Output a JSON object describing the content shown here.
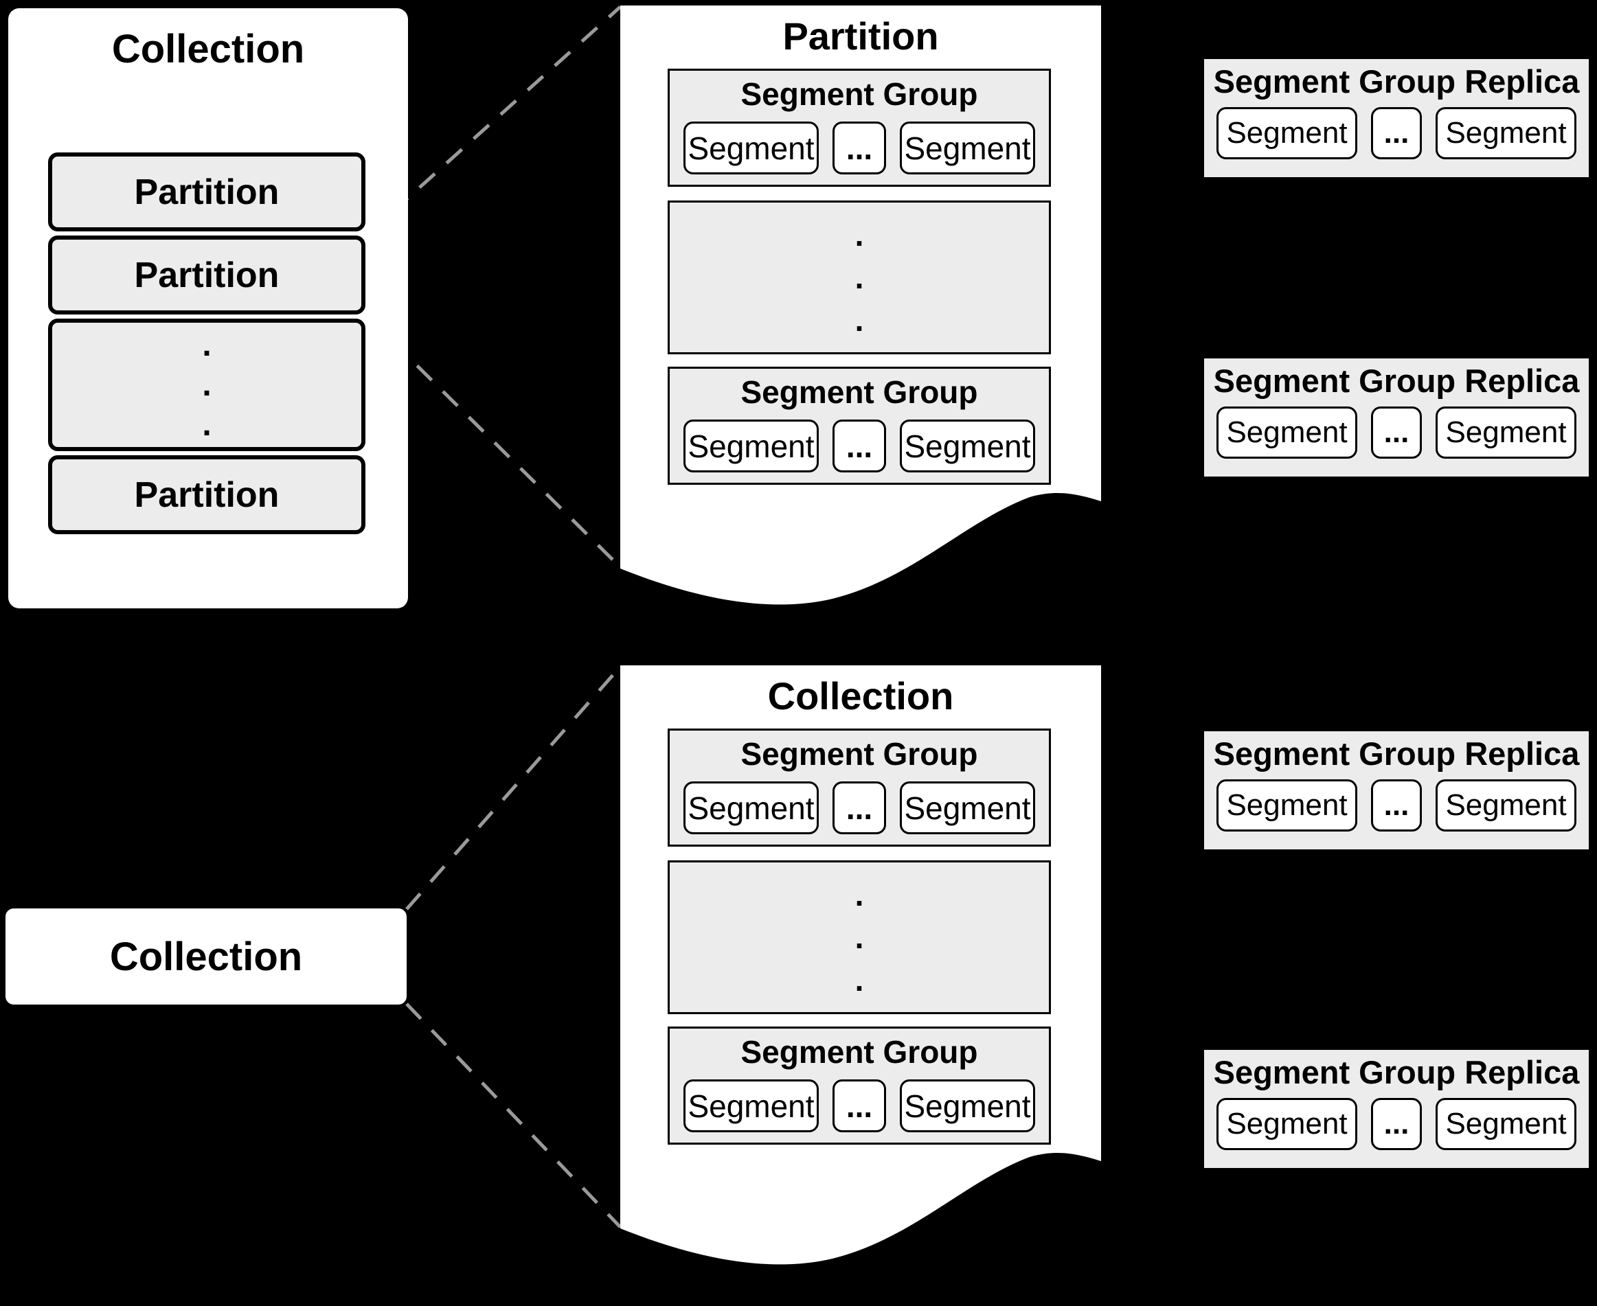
{
  "colors": {
    "background": "#000000",
    "panel_fill": "#ffffff",
    "box_fill": "#ececec",
    "border": "#000000",
    "connector_dash": "#9a9a9a"
  },
  "top_diagram": {
    "collection_panel": {
      "title": "Collection",
      "partition_1": "Partition",
      "partition_2": "Partition",
      "partition_3": "Partition",
      "dots": [
        ".",
        ".",
        "."
      ]
    },
    "partition_panel": {
      "title": "Partition",
      "segment_group_1": {
        "title": "Segment Group",
        "segment_left": "Segment",
        "ellipsis": "...",
        "segment_right": "Segment"
      },
      "dots": [
        ".",
        ".",
        "."
      ],
      "segment_group_2": {
        "title": "Segment Group",
        "segment_left": "Segment",
        "ellipsis": "...",
        "segment_right": "Segment"
      }
    },
    "replica_1": {
      "title": "Segment Group Replica",
      "segment_left": "Segment",
      "ellipsis": "...",
      "segment_right": "Segment"
    },
    "replica_2": {
      "title": "Segment Group Replica",
      "segment_left": "Segment",
      "ellipsis": "...",
      "segment_right": "Segment"
    }
  },
  "bottom_diagram": {
    "collection_box": {
      "title": "Collection"
    },
    "collection_panel": {
      "title": "Collection",
      "segment_group_1": {
        "title": "Segment Group",
        "segment_left": "Segment",
        "ellipsis": "...",
        "segment_right": "Segment"
      },
      "dots": [
        ".",
        ".",
        "."
      ],
      "segment_group_2": {
        "title": "Segment Group",
        "segment_left": "Segment",
        "ellipsis": "...",
        "segment_right": "Segment"
      }
    },
    "replica_1": {
      "title": "Segment Group Replica",
      "segment_left": "Segment",
      "ellipsis": "...",
      "segment_right": "Segment"
    },
    "replica_2": {
      "title": "Segment Group Replica",
      "segment_left": "Segment",
      "ellipsis": "...",
      "segment_right": "Segment"
    }
  }
}
